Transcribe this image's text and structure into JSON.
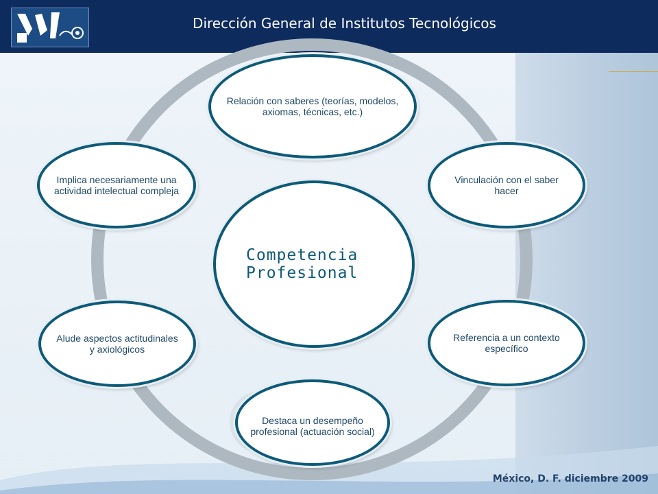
{
  "header": {
    "title": "Dirección General de Institutos Tecnológicos"
  },
  "footer": {
    "text": "México, D. F. diciembre 2009"
  },
  "diagram": {
    "center": "Competencia Profesional",
    "nodes": [
      "Relación con saberes (teorías, modelos, axiomas, técnicas, etc.)",
      "Vinculación con el saber hacer",
      "Referencia a un contexto específico",
      "Destaca un desempeño profesional (actuación social)",
      "Alude aspectos actitudinales y axiológicos",
      "Implica necesariamente una actividad intelectual compleja"
    ]
  },
  "colors": {
    "header": "#0e2b5e",
    "node_border": "#0d5a78",
    "ring": "#aeb8c0"
  }
}
